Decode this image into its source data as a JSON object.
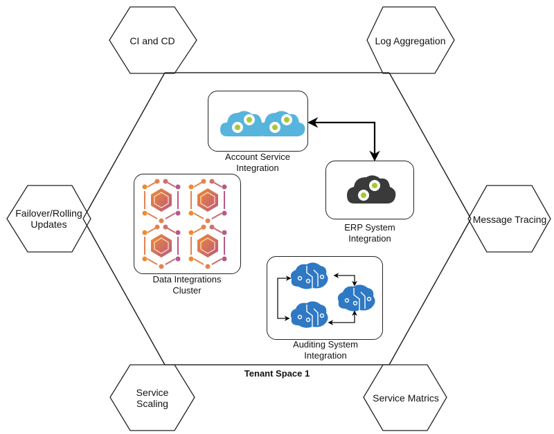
{
  "title": "Tenant Space 1",
  "hexagons": [
    {
      "id": "ci-cd",
      "label": "CI and CD"
    },
    {
      "id": "log-aggregation",
      "label": "Log Aggregation"
    },
    {
      "id": "failover",
      "label": "Failover/Rolling\nUpdates",
      "lines": [
        "Failover/Rolling",
        "Updates"
      ]
    },
    {
      "id": "message-tracing",
      "label": "Message Tracing"
    },
    {
      "id": "service-scaling",
      "label": "Service\nScaling",
      "lines": [
        "Service",
        "Scaling"
      ]
    },
    {
      "id": "service-matrics",
      "label": "Service Matrics"
    }
  ],
  "components": {
    "account": {
      "lines": [
        "Account Service",
        "Integration"
      ],
      "icon": "cloud-gear-icon",
      "color": "#57b4dd",
      "accent": "#a6c930"
    },
    "erp": {
      "lines": [
        "ERP System",
        "Integration"
      ],
      "icon": "cloud-gear-icon",
      "color": "#3a3a3a",
      "accent": "#a6c930"
    },
    "data": {
      "lines": [
        "Data Integrations",
        "Cluster"
      ],
      "icon": "hex-cluster-icon",
      "color_start": "#f08a2c",
      "color_end": "#b75a86"
    },
    "auditing": {
      "lines": [
        "Auditing System",
        "Integration"
      ],
      "icon": "brain-circuit-icon",
      "color": "#2f78c4"
    }
  },
  "connections": [
    {
      "from": "account",
      "to": "erp",
      "type": "bidirectional"
    }
  ]
}
